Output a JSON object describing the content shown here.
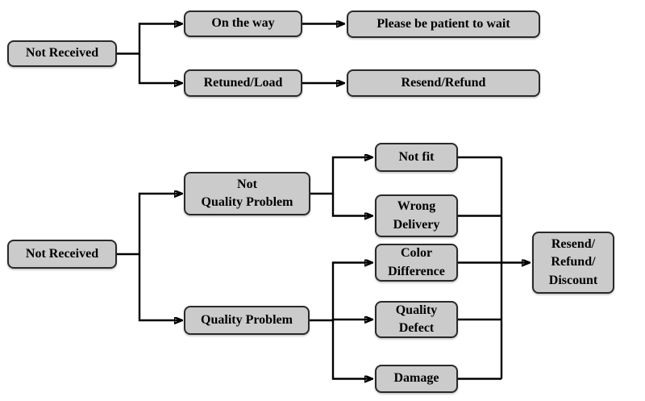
{
  "colors": {
    "background": "#ffffff",
    "node_fill": "#cbcbcb",
    "node_border": "#2a2a2a",
    "connector": "#000000",
    "text": "#000000"
  },
  "flowchart_top": {
    "root": "Not Received",
    "branch_on_the_way": "On the way",
    "outcome_wait": "Please be patient to wait",
    "branch_retuned_load": "Retuned/Load",
    "outcome_resend_refund": "Resend/Refund"
  },
  "flowchart_bottom": {
    "root": "Not Received",
    "branch_not_quality_problem": "Not\nQuality Problem",
    "branch_quality_problem": "Quality Problem",
    "leaf_not_fit": "Not fit",
    "leaf_wrong_delivery": "Wrong\nDelivery",
    "leaf_color_difference": "Color\nDifference",
    "leaf_quality_defect": "Quality\nDefect",
    "leaf_damage": "Damage",
    "outcome": "Resend/\nRefund/\nDiscount"
  }
}
